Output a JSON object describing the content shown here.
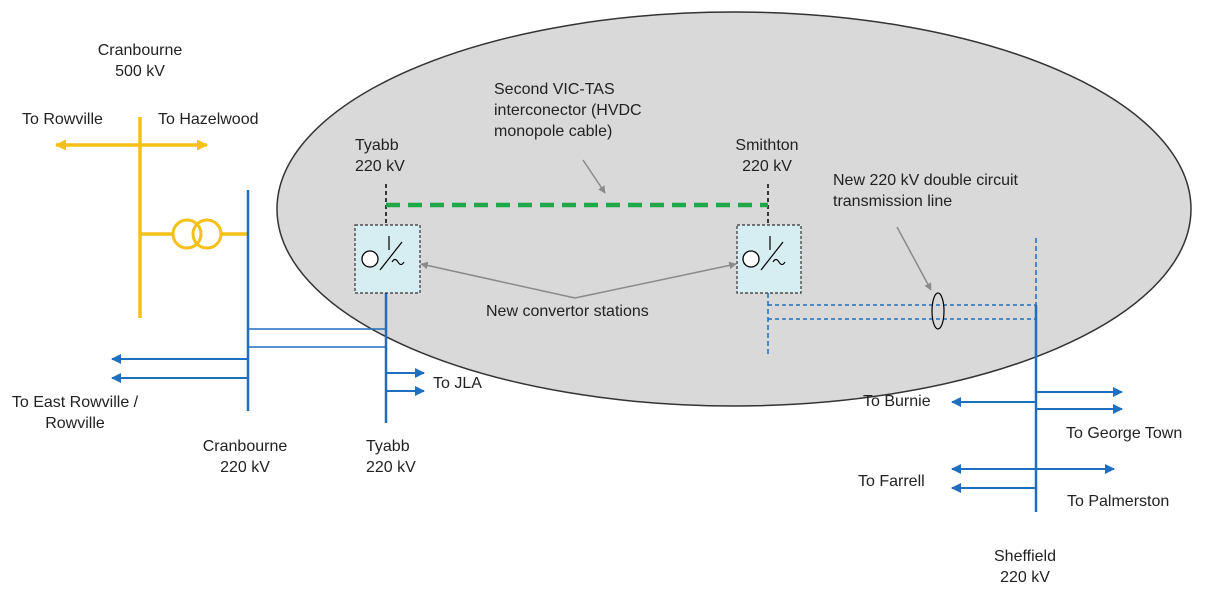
{
  "colors": {
    "ac_500kv": "#F5C018",
    "ac_220kv": "#1F6FC1",
    "hvdc": "#1FA84A",
    "ellipse_fill": "#D9D9D9",
    "ellipse_stroke": "#333333",
    "station_fill": "#D6EEF2",
    "annotation_arrow": "#8A8A8A"
  },
  "labels": {
    "cranbourne_500": [
      "Cranbourne",
      "500 kV"
    ],
    "to_rowville": "To Rowville",
    "to_hazelwood": "To Hazelwood",
    "tyabb_220_top": [
      "Tyabb",
      "220 kV"
    ],
    "hvdc_note": [
      "Second VIC-TAS",
      "interconector (HVDC",
      "monopole cable)"
    ],
    "smithton_220": [
      "Smithton",
      "220 kV"
    ],
    "new_line_note": [
      "New 220 kV double circuit",
      "transmission line"
    ],
    "convertor_note": "New convertor stations",
    "to_east_rowville": [
      "To East Rowville /",
      "Rowville"
    ],
    "to_jla": "To JLA",
    "cranbourne_220": [
      "Cranbourne",
      "220 kV"
    ],
    "tyabb_220_bottom": [
      "Tyabb",
      "220 kV"
    ],
    "to_burnie": "To Burnie",
    "to_george_town": "To George Town",
    "to_farrell": "To Farrell",
    "to_palmerston": "To Palmerston",
    "sheffield_220": [
      "Sheffield",
      "220 kV"
    ]
  }
}
